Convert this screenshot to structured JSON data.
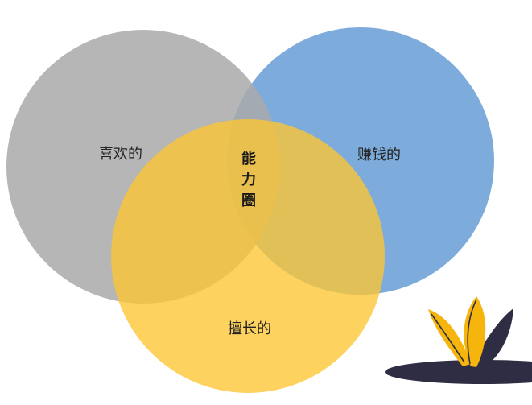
{
  "diagram": {
    "circles": [
      {
        "label": "喜欢的",
        "color": "#b5b5b5"
      },
      {
        "label": "赚钱的",
        "color": "#6fa3d8"
      },
      {
        "label": "擅长的",
        "color": "#fcc93d"
      }
    ],
    "intersection": {
      "label_chars": [
        "能",
        "力",
        "圈"
      ]
    },
    "decoration": "leaf-plant"
  }
}
